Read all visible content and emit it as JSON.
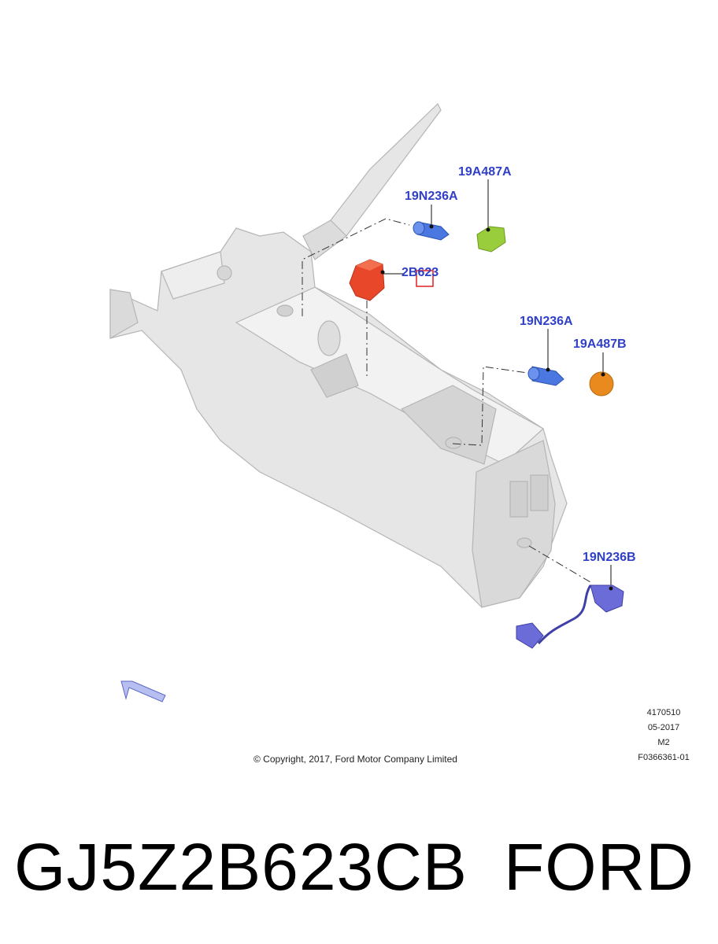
{
  "callouts": {
    "c1": "19A487A",
    "c2": "19N236A",
    "c3": "2B623",
    "c4": "19N236A",
    "c5": "19A487B",
    "c6": "19N236B"
  },
  "meta": {
    "line1": "4170510",
    "line2": "05-2017",
    "line3": "M2",
    "line4": "F0366361-01"
  },
  "copyright": "© Copyright, 2017, Ford Motor Company Limited",
  "part_number": "GJ5Z2B623CB",
  "brand": "FORD",
  "colors": {
    "callout_text": "#2f3fc7",
    "part_red": "#e8472a",
    "part_green": "#9acd3c",
    "part_blue": "#4a78e0",
    "part_orange": "#e88a1e",
    "part_violet": "#6c6cd8",
    "console_fill": "#e4e4e4",
    "console_line": "#b8b8b8",
    "highlight_box": "#e02020",
    "arrow_fill": "#b7bff0"
  }
}
